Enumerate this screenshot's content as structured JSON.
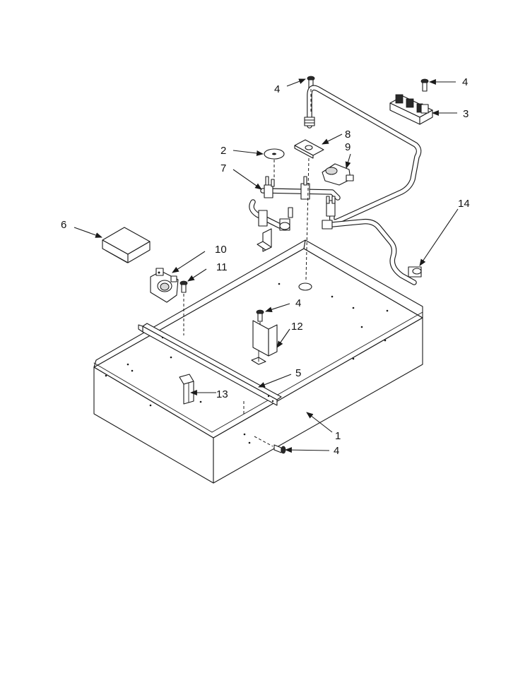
{
  "callouts": [
    {
      "id": "4",
      "label": "4"
    },
    {
      "id": "4b",
      "label": "4"
    },
    {
      "id": "3",
      "label": "3"
    },
    {
      "id": "8",
      "label": "8"
    },
    {
      "id": "9",
      "label": "9"
    },
    {
      "id": "2",
      "label": "2"
    },
    {
      "id": "7",
      "label": "7"
    },
    {
      "id": "14",
      "label": "14"
    },
    {
      "id": "6",
      "label": "6"
    },
    {
      "id": "10",
      "label": "10"
    },
    {
      "id": "11",
      "label": "11"
    },
    {
      "id": "4c",
      "label": "4"
    },
    {
      "id": "12",
      "label": "12"
    },
    {
      "id": "5",
      "label": "5"
    },
    {
      "id": "13",
      "label": "13"
    },
    {
      "id": "1",
      "label": "1"
    },
    {
      "id": "4d",
      "label": "4"
    }
  ]
}
